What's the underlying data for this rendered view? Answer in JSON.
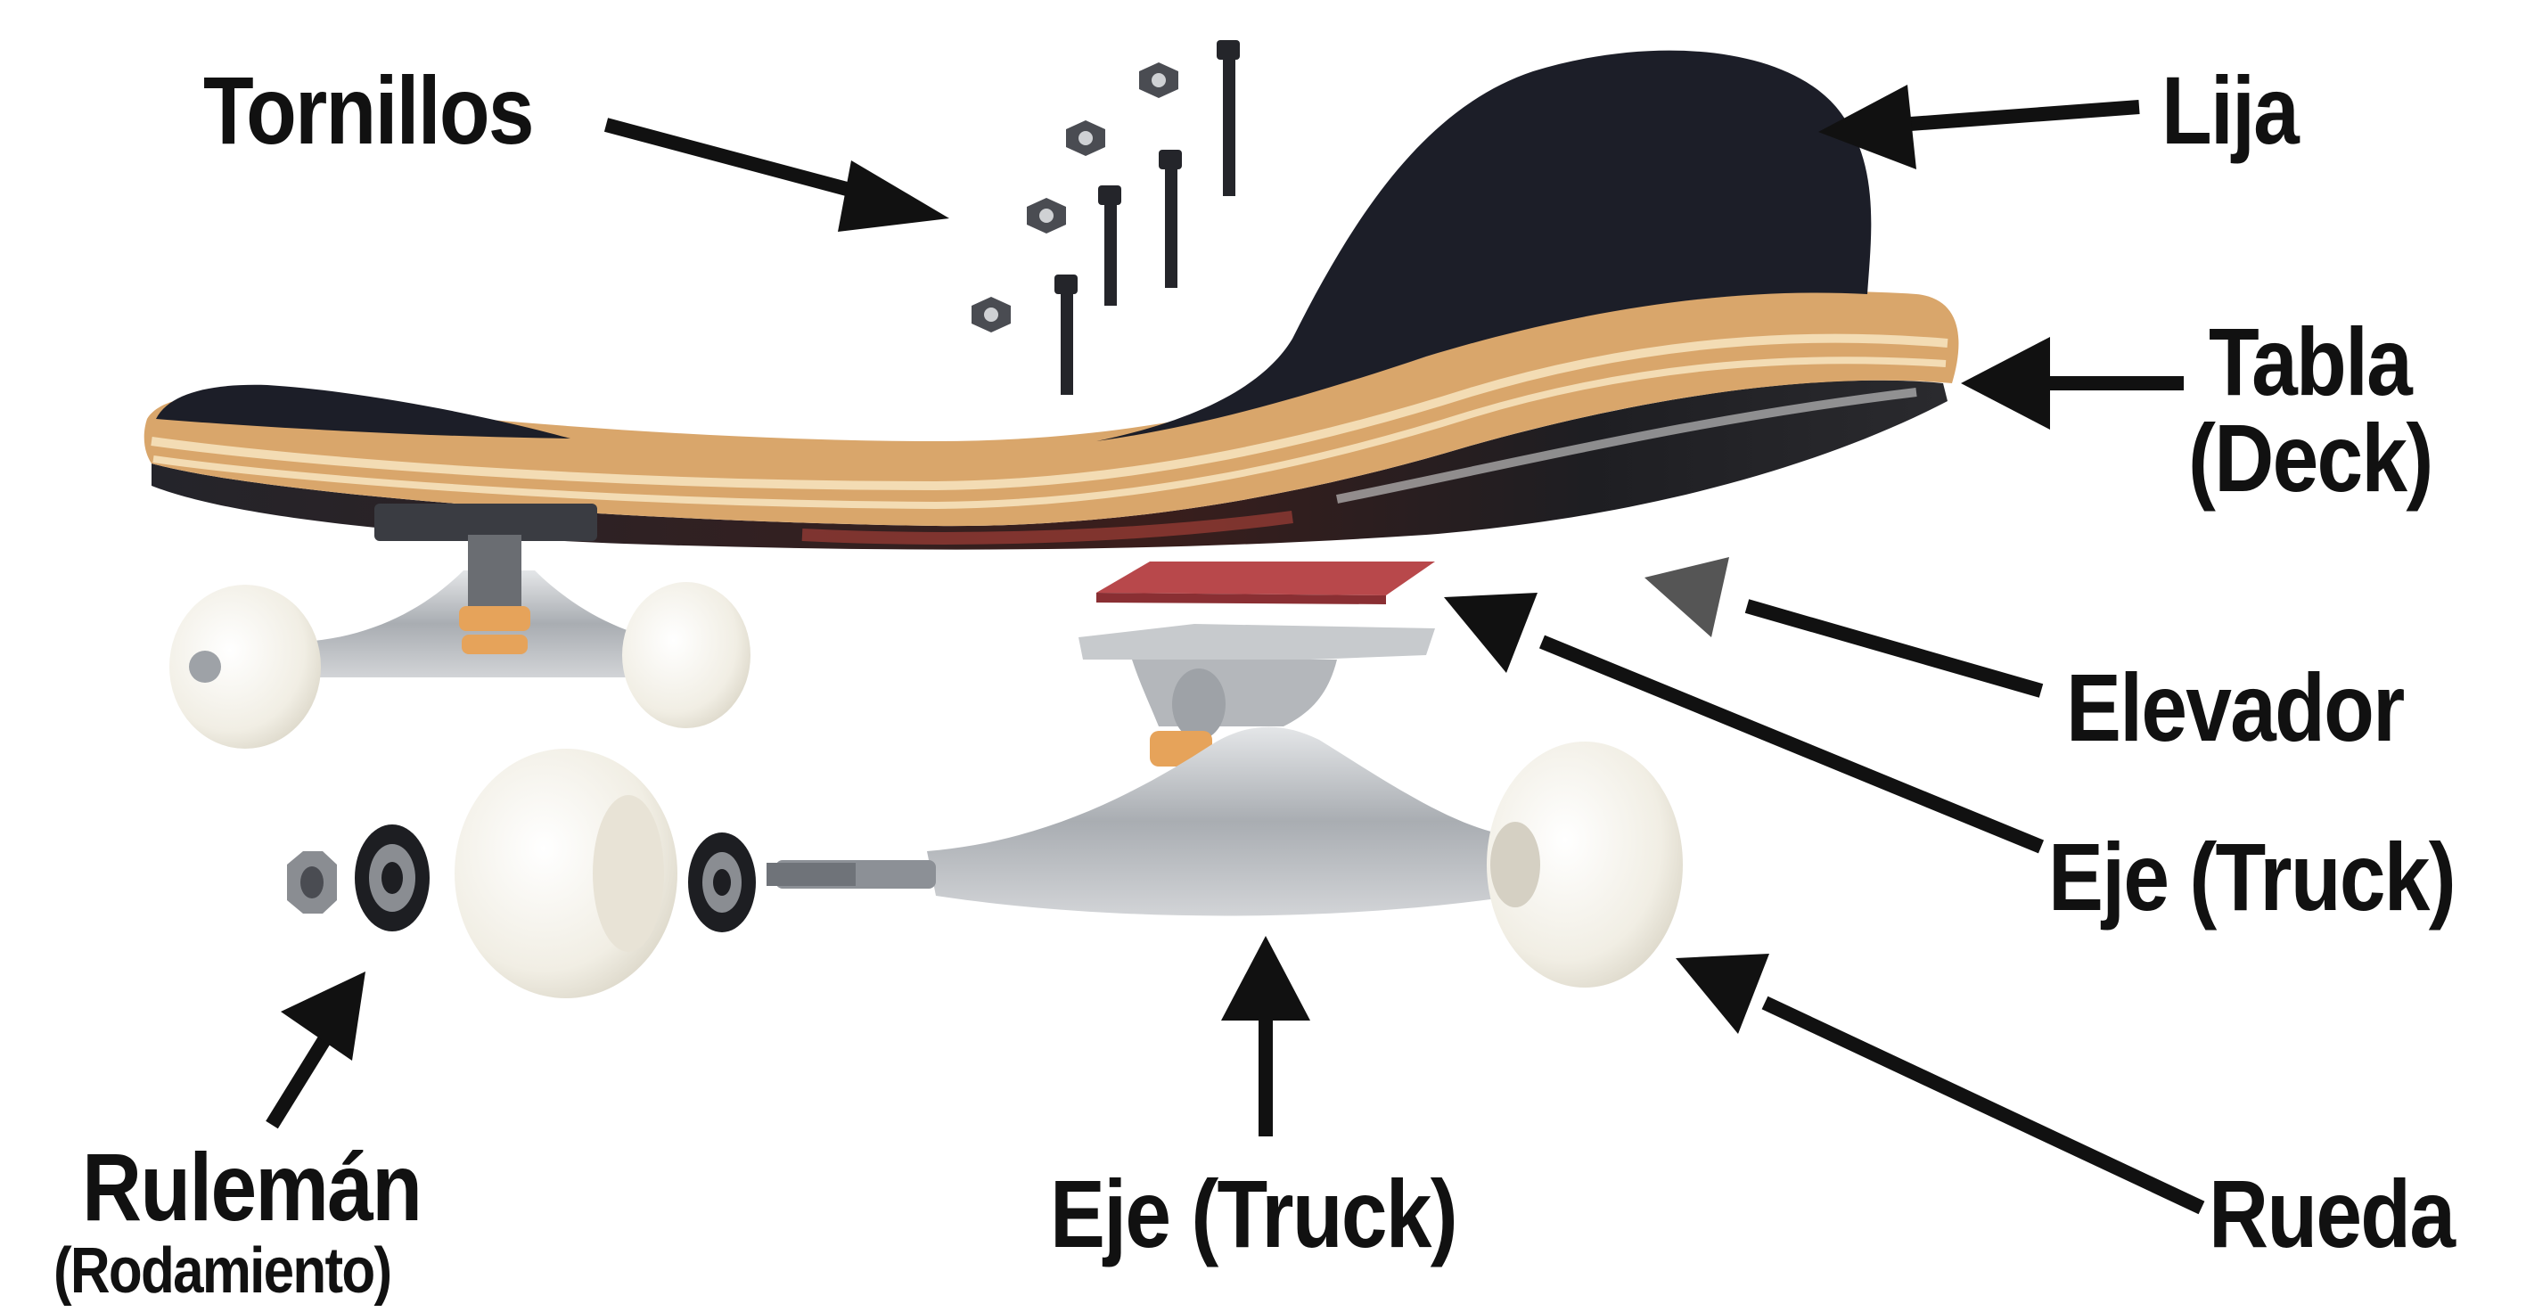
{
  "labels": {
    "tornillos": "Tornillos",
    "lija": "Lija",
    "tabla": "Tabla",
    "deck": "(Deck)",
    "elevador": "Elevador",
    "eje_truck_right": "Eje (Truck)",
    "eje_truck_bottom": "Eje (Truck)",
    "ruleman": "Rulemán",
    "rodamiento": "(Rodamiento)",
    "rueda": "Rueda"
  },
  "colors": {
    "griptape": "#1c1e28",
    "wood": "#d9a66b",
    "wood_stripe": "#f3dcb4",
    "metal": "#b9bcc0",
    "metal_dark": "#7b7f85",
    "wheel": "#f3f0e6",
    "riser": "#b8484b",
    "bushing": "#e6a35a",
    "arrow": "#111111"
  }
}
